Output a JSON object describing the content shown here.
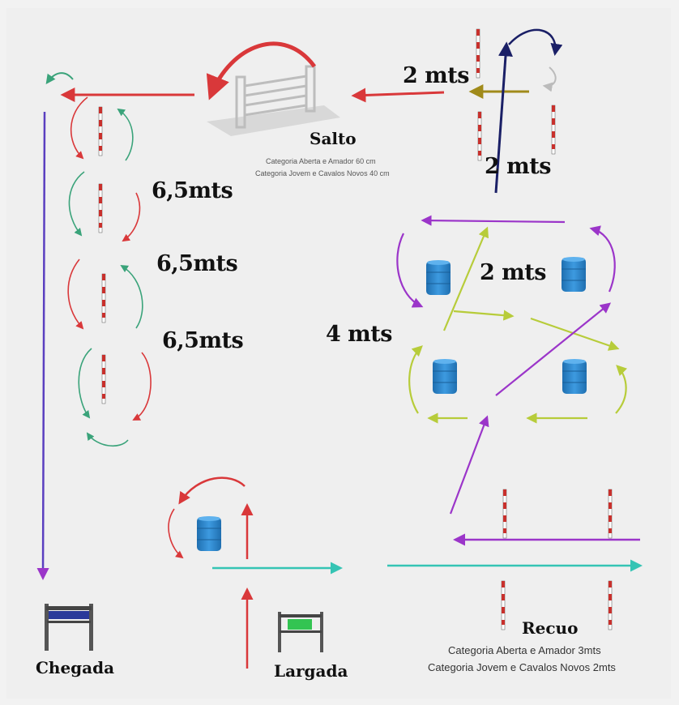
{
  "colors": {
    "red": "#d9383a",
    "green": "#3aa37a",
    "navy": "#1a1f66",
    "purple": "#9b35c9",
    "yellow_green": "#b7cc3a",
    "teal": "#35c4b4",
    "olive": "#a08a1a",
    "barrel_blue": "#2f86c9",
    "pole_red": "#c8302c"
  },
  "labels": {
    "salto": "Salto",
    "salto_cat1": "Categoria Aberta e Amador 60 cm",
    "salto_cat2": "Categoria Jovem e Cavalos Novos 40 cm",
    "dist_2mts_top": "2 mts",
    "dist_2mts_right": "2 mts",
    "dist_65_1": "6,5mts",
    "dist_65_2": "6,5mts",
    "dist_65_3": "6,5mts",
    "dist_2mts_barrels": "2 mts",
    "dist_4mts": "4 mts",
    "recuo": "Recuo",
    "recuo_cat1": "Categoria Aberta e Amador 3mts",
    "recuo_cat2": "Categoria Jovem e Cavalos Novos 2mts",
    "chegada": "Chegada",
    "largada": "Largada"
  },
  "icons": [
    "pole-icon",
    "barrel-icon",
    "jump-fence-icon",
    "finish-gate-icon",
    "start-gate-icon"
  ]
}
